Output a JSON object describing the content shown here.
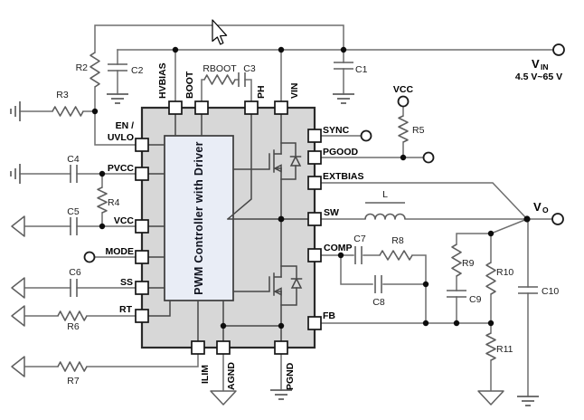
{
  "ic": {
    "label": "PWM Controller with Driver",
    "pins": {
      "hvbias": "HVBIAS",
      "boot": "BOOT",
      "ph": "PH",
      "vin": "VIN",
      "en_uvlo_line1": "EN /",
      "en_uvlo_line2": "UVLO",
      "pvcc": "PVCC",
      "vcc": "VCC",
      "mode": "MODE",
      "ss": "SS",
      "rt": "RT",
      "ilim": "ILIM",
      "agnd": "AGND",
      "pgnd": "PGND",
      "sync": "SYNC",
      "pgood": "PGOOD",
      "extbias": "EXTBIAS",
      "sw": "SW",
      "comp": "COMP",
      "fb": "FB"
    }
  },
  "components": {
    "r2": "R2",
    "r3": "R3",
    "r4": "R4",
    "r5": "R5",
    "r6": "R6",
    "r7": "R7",
    "r8": "R8",
    "r9": "R9",
    "r10": "R10",
    "r11": "R11",
    "rboot": "RBOOT",
    "c1": "C1",
    "c2": "C2",
    "c3": "C3",
    "c4": "C4",
    "c5": "C5",
    "c6": "C6",
    "c7": "C7",
    "c8": "C8",
    "c9": "C9",
    "c10": "C10",
    "inductor": "L"
  },
  "terminals": {
    "vin": "V",
    "vin_sub": "IN",
    "vin_range": "4.5 V~65 V",
    "vcc": "VCC",
    "vo": "V",
    "vo_sub": "O"
  },
  "colors": {
    "wire": "#6e6e6e",
    "symbol": "#5f5f5f",
    "ic_fill": "#d7d7d7",
    "ic_border": "#2a2a2a",
    "block_fill": "#e9edf6",
    "text": "#000000"
  }
}
